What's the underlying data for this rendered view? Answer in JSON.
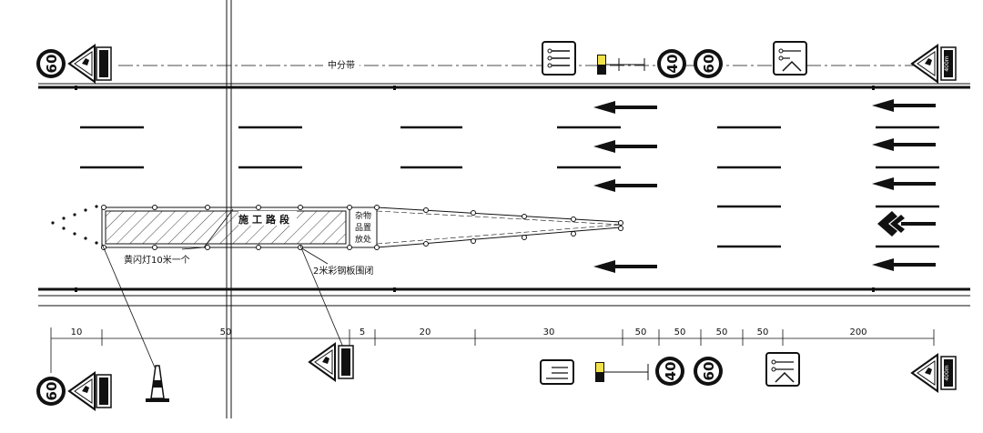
{
  "median_label": "中分带",
  "work_zone_label": "施工路段",
  "storage_label_lines": [
    "杂物",
    "品置",
    "放处"
  ],
  "callouts": {
    "flash_light": "黄闪灯10米一个",
    "steel_fence": "2米彩钢板围闭"
  },
  "speed_limits": {
    "low": "40",
    "high": "60"
  },
  "distance_text": "400m",
  "dimensions": [
    "10",
    "50",
    "5",
    "20",
    "30",
    "50",
    "50",
    "50",
    "50",
    "200"
  ],
  "colors": {
    "line": "#111111",
    "beacon_yellow": "#f2e24a",
    "speed_ring": "#111111"
  }
}
